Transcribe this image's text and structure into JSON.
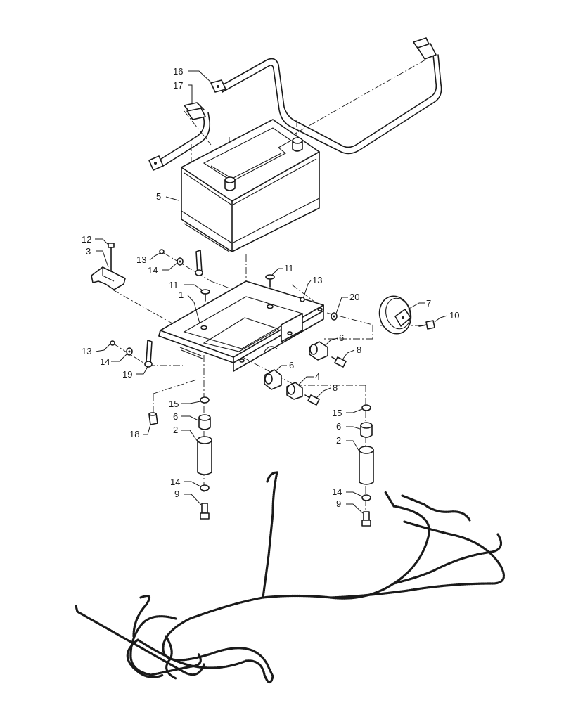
{
  "diagram": {
    "callouts": [
      {
        "id": "c16",
        "text": "16"
      },
      {
        "id": "c17",
        "text": "17"
      },
      {
        "id": "c5",
        "text": "5"
      },
      {
        "id": "c12",
        "text": "12"
      },
      {
        "id": "c3",
        "text": "3"
      },
      {
        "id": "c13a",
        "text": "13"
      },
      {
        "id": "c14a",
        "text": "14"
      },
      {
        "id": "c11a",
        "text": "11"
      },
      {
        "id": "c11b",
        "text": "11"
      },
      {
        "id": "c1",
        "text": "1"
      },
      {
        "id": "c13b",
        "text": "13"
      },
      {
        "id": "c20",
        "text": "20"
      },
      {
        "id": "c7",
        "text": "7"
      },
      {
        "id": "c10",
        "text": "10"
      },
      {
        "id": "c6a",
        "text": "6"
      },
      {
        "id": "c8a",
        "text": "8"
      },
      {
        "id": "c13c",
        "text": "13"
      },
      {
        "id": "c14b",
        "text": "14"
      },
      {
        "id": "c19",
        "text": "19"
      },
      {
        "id": "c6b",
        "text": "6"
      },
      {
        "id": "c4",
        "text": "4"
      },
      {
        "id": "c8b",
        "text": "8"
      },
      {
        "id": "c15a",
        "text": "15"
      },
      {
        "id": "c6c",
        "text": "6"
      },
      {
        "id": "c2a",
        "text": "2"
      },
      {
        "id": "c18",
        "text": "18"
      },
      {
        "id": "c15b",
        "text": "15"
      },
      {
        "id": "c6d",
        "text": "6"
      },
      {
        "id": "c2b",
        "text": "2"
      },
      {
        "id": "c14c",
        "text": "14"
      },
      {
        "id": "c9a",
        "text": "9"
      },
      {
        "id": "c14d",
        "text": "14"
      },
      {
        "id": "c9b",
        "text": "9"
      }
    ]
  }
}
